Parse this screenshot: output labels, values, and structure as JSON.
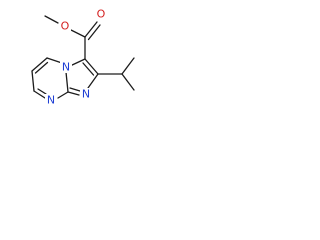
{
  "molecule": {
    "atoms": [
      {
        "label": "O",
        "color": "#d42020"
      },
      {
        "label": "O",
        "color": "#d42020"
      },
      {
        "label": "N",
        "color": "#1f3fd4"
      },
      {
        "label": "N",
        "color": "#1f3fd4"
      },
      {
        "label": "N",
        "color": "#1f3fd4"
      }
    ],
    "bond_color": "#1c1c1c"
  }
}
